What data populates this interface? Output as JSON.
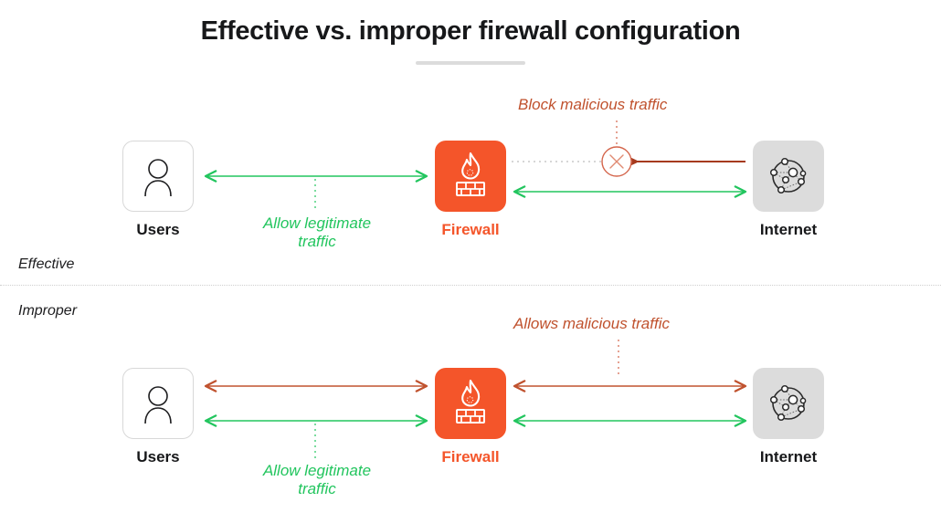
{
  "header": {
    "title": "Effective vs. improper firewall configuration"
  },
  "sections": [
    {
      "id": "effective",
      "label": "Effective"
    },
    {
      "id": "improper",
      "label": "Improper"
    }
  ],
  "nodes": {
    "users_top": {
      "label": "Users",
      "icon": "person-icon"
    },
    "firewall_top": {
      "label": "Firewall",
      "icon": "firewall-flame-brick-icon"
    },
    "internet_top": {
      "label": "Internet",
      "icon": "network-globe-icon"
    },
    "users_bottom": {
      "label": "Users",
      "icon": "person-icon"
    },
    "firewall_bottom": {
      "label": "Firewall",
      "icon": "firewall-flame-brick-icon"
    },
    "internet_bottom": {
      "label": "Internet",
      "icon": "network-globe-icon"
    }
  },
  "annotations": {
    "allow_top": "Allow legitimate\ntraffic",
    "block_top": "Block malicious traffic",
    "allows_bottom": "Allows malicious traffic",
    "allow_bottom": "Allow legitimate\ntraffic"
  },
  "colors": {
    "orange": "#f4552a",
    "green": "#22c55e",
    "red": "#c0522e",
    "dark_red": "#a63a1e",
    "gray_box": "#dcdcdc",
    "text": "#17181a",
    "dotted": "#cfcfcf"
  },
  "flows": {
    "effective": [
      {
        "name": "allow-legitimate-users-firewall",
        "direction": "bidirectional",
        "color": "green"
      },
      {
        "name": "allow-legitimate-firewall-internet",
        "direction": "bidirectional",
        "color": "green"
      },
      {
        "name": "block-malicious-internet-to-firewall",
        "direction": "blocked",
        "color": "dark_red",
        "marker": "x-circle-icon"
      }
    ],
    "improper": [
      {
        "name": "malicious-users-firewall",
        "direction": "bidirectional",
        "color": "red"
      },
      {
        "name": "allow-legitimate-users-firewall",
        "direction": "bidirectional",
        "color": "green"
      },
      {
        "name": "malicious-firewall-internet",
        "direction": "bidirectional",
        "color": "red"
      },
      {
        "name": "allow-legitimate-firewall-internet",
        "direction": "bidirectional",
        "color": "green"
      }
    ]
  }
}
